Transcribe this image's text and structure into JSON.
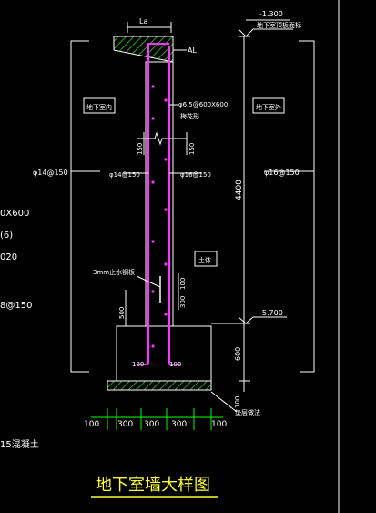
{
  "colors": {
    "background": "#000000",
    "line": "#ffffff",
    "rebar": "#ff33ff",
    "hatch": "#22cc22",
    "dim": "#00ff00",
    "title": "#ffff33",
    "text": "#ffffff"
  },
  "labels": {
    "top_la": "La",
    "al": "AL",
    "elev_top": "-1.300",
    "elev_top_note": "地下室顶板面标",
    "basement_inside": "地下室内",
    "basement_outside": "地下室外",
    "tie_bar": "φ6.5@600X600",
    "tie_note": "梅花形",
    "left_vert": "φ14@150",
    "inner_vert": "φ16@150",
    "inner_horiz_left": "φ14@150",
    "inner_horiz_right": "φ16@150",
    "right_vert": "φ16@150",
    "dim_height": "4400",
    "dim_150_a": "150",
    "dim_150_b": "150",
    "backfill": "土体",
    "waterstop": "3mm止水钢板",
    "dim_300": "300",
    "dim_100_v": "100",
    "dim_500": "500",
    "elev_bottom": "-5.700",
    "dim_600": "600",
    "dim_180": "180",
    "dim_100_h": "100",
    "dim_100_bed": "100",
    "cushion": "垫层做法",
    "bottom_dims": [
      "100",
      "300",
      "300",
      "300",
      "100"
    ],
    "title": "地下室墙大样图",
    "left_frag_1": "0X600",
    "left_frag_2": "(6)",
    "left_frag_3": "020",
    "left_frag_4": "8@150",
    "left_frag_5": "15混凝土"
  }
}
